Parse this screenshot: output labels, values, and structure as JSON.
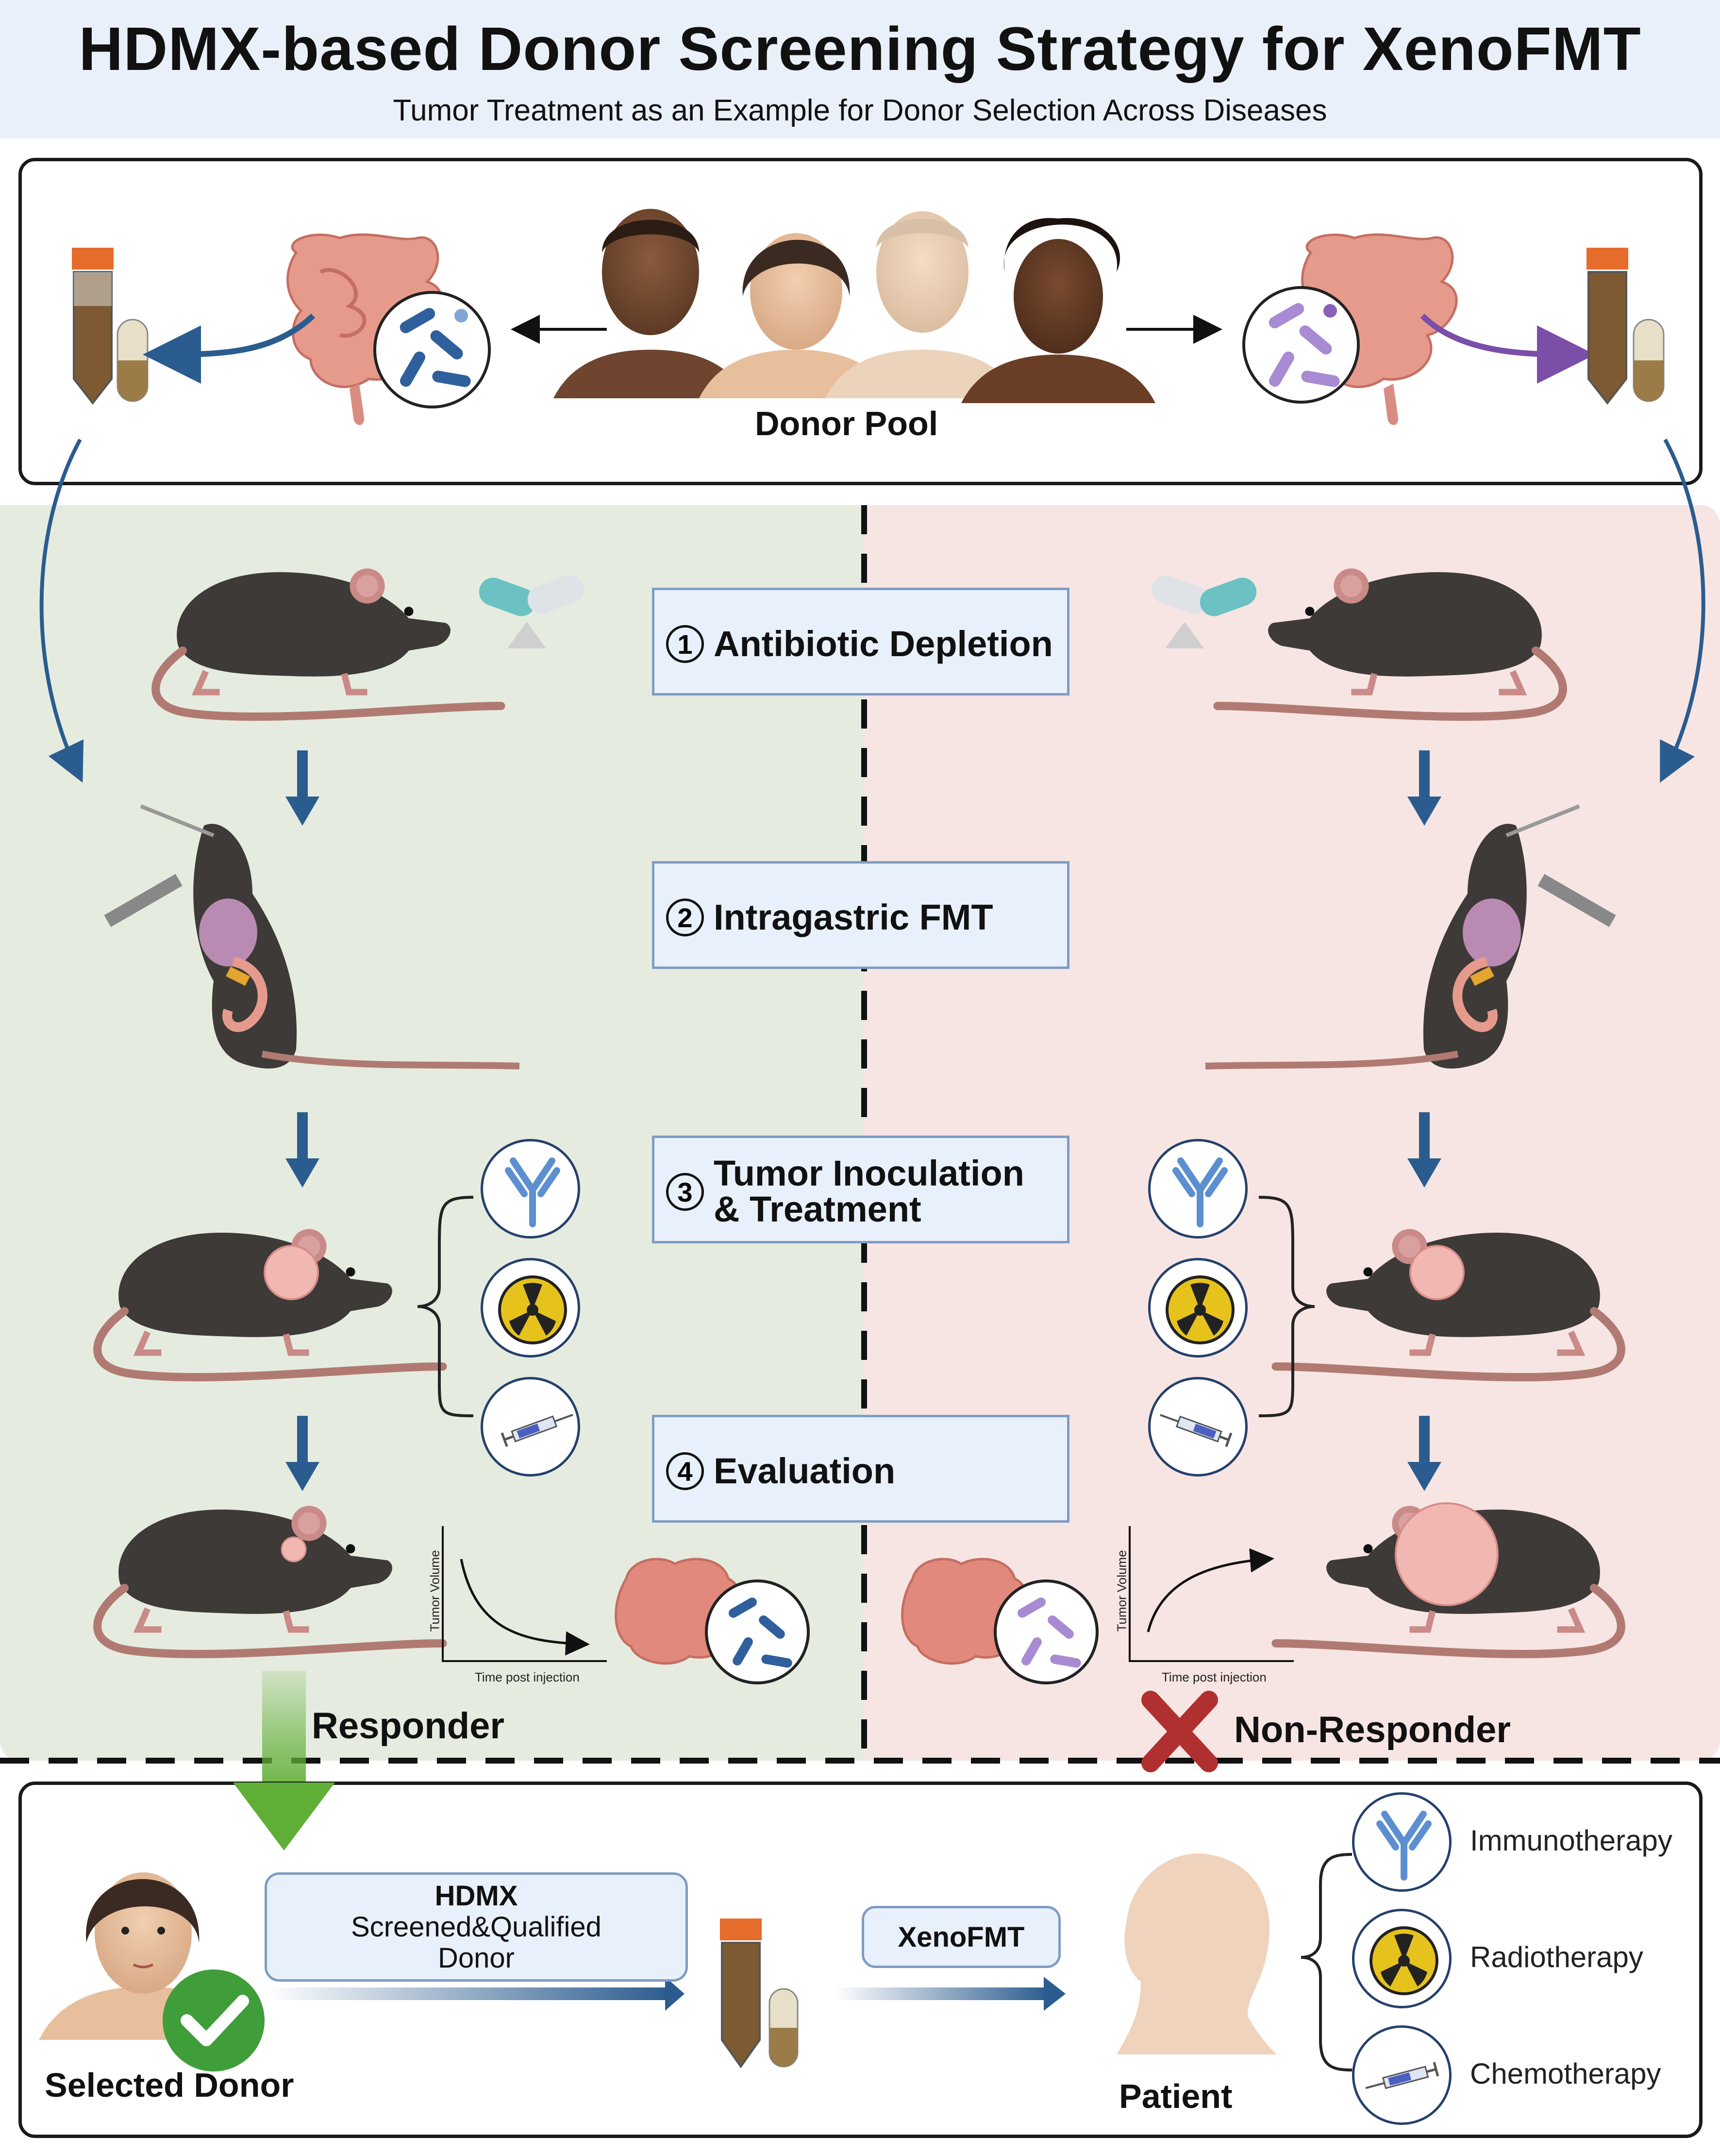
{
  "header": {
    "title": "HDMX-based Donor Screening Strategy for XenoFMT",
    "subtitle": "Tumor Treatment as an Example for Donor Selection Across Diseases"
  },
  "donor_pool": {
    "label": "Donor Pool"
  },
  "steps": [
    {
      "number": "1",
      "label": "Antibiotic Depletion"
    },
    {
      "number": "2",
      "label": "Intragastric FMT"
    },
    {
      "number": "3",
      "label_line1": "Tumor Inoculation",
      "label_line2": "& Treatment"
    },
    {
      "number": "4",
      "label": "Evaluation"
    }
  ],
  "graphs": {
    "responder": {
      "ylabel": "Tumor Volume",
      "xlabel": "Time post injection",
      "trend": "decreasing"
    },
    "non_responder": {
      "ylabel": "Tumor Volume",
      "xlabel": "Time post injection",
      "trend": "increasing"
    }
  },
  "outcomes": {
    "responder": "Responder",
    "non_responder": "Non-Responder"
  },
  "bottom": {
    "selected_donor": "Selected Donor",
    "box_line1": "HDMX",
    "box_line2": "Screened&Qualified",
    "box_line3": "Donor",
    "xenofmt": "XenoFMT",
    "patient": "Patient",
    "therapies": [
      "Immunotherapy",
      "Radiotherapy",
      "Chemotherapy"
    ]
  },
  "colors": {
    "responder_panel": "#e5ecdf",
    "non_responder_panel": "#f7e5e3",
    "title_band": "#eaf0f9",
    "step_box_fill": "#e8f0fb",
    "step_box_border": "#7f9cc2",
    "flow_arrow_blue": "#2b5c8f",
    "microbe_purple": "#7b4ea8",
    "responder_arrow_green": "#5fae35",
    "reject_red": "#b03030",
    "check_green": "#3f9e3a"
  },
  "icons": [
    "antibody-icon",
    "radiation-icon",
    "syringe-icon",
    "check-icon",
    "cross-icon",
    "capsule-icon",
    "stool-tube-icon",
    "mouse-icon",
    "intestine-icon",
    "microbe-icon"
  ]
}
